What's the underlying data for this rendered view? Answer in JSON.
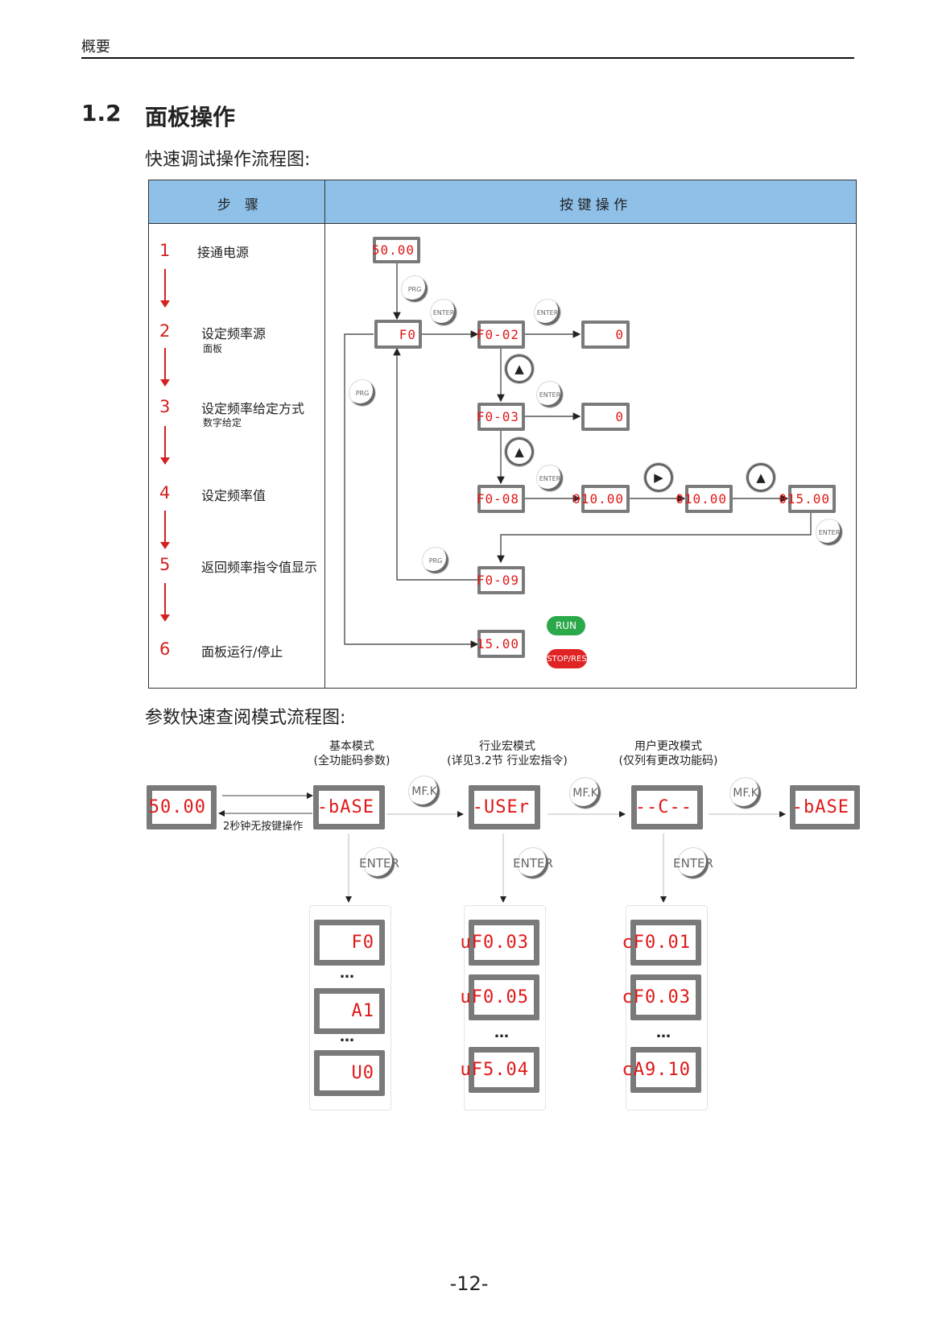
{
  "header": {
    "title": "概要"
  },
  "section": {
    "number": "1.2",
    "title": "面板操作"
  },
  "subtitle1": "快速调试操作流程图:",
  "subtitle2": "参数快速查阅模式流程图:",
  "table": {
    "col_steps": "步　骤",
    "col_keys": "按 键 操 作",
    "steps": [
      {
        "num": "1",
        "label": "接通电源",
        "sub": ""
      },
      {
        "num": "2",
        "label": "设定频率源",
        "sub": "面板"
      },
      {
        "num": "3",
        "label": "设定频率给定方式",
        "sub": "数字给定"
      },
      {
        "num": "4",
        "label": "设定频率值",
        "sub": ""
      },
      {
        "num": "5",
        "label": "返回频率指令值显示",
        "sub": ""
      },
      {
        "num": "6",
        "label": "面板运行/停止",
        "sub": ""
      }
    ],
    "displays": {
      "power": "50.00",
      "f0": "F0",
      "f002": "F0-02",
      "val0a": "0",
      "f003": "F0-03",
      "val0b": "0",
      "f008": "F0-08",
      "v1": "010.00",
      "v2": "010.00",
      "v3": "015.00",
      "f009": "F0-09",
      "run_val": "15.00"
    },
    "keys": {
      "prg": "PRG",
      "enter": "ENTER",
      "run": "RUN",
      "stop": "STOP/RES"
    },
    "colors": {
      "run": "#2aa84a",
      "stop": "#e02424"
    }
  },
  "quick": {
    "modes": [
      {
        "title": "基本模式",
        "sub": "(全功能码参数)"
      },
      {
        "title": "行业宏模式",
        "sub": "(详见3.2节 行业宏指令)"
      },
      {
        "title": "用户更改模式",
        "sub": "(仅列有更改功能码)"
      }
    ],
    "displays": {
      "start": "50.00",
      "base": "-bASE",
      "user": "-USEr",
      "changed": "--C--",
      "base2": "-bASE"
    },
    "note": "2秒钟无按键操作",
    "mfk": "MF.K",
    "enter": "ENTER",
    "col1": [
      "F0",
      "A1",
      "U0"
    ],
    "col2": [
      "uF0.03",
      "uF0.05",
      "uF5.04"
    ],
    "col3": [
      "cF0.01",
      "cF0.03",
      "cA9.10"
    ],
    "ellipsis": "…"
  },
  "page_number": "-12-"
}
